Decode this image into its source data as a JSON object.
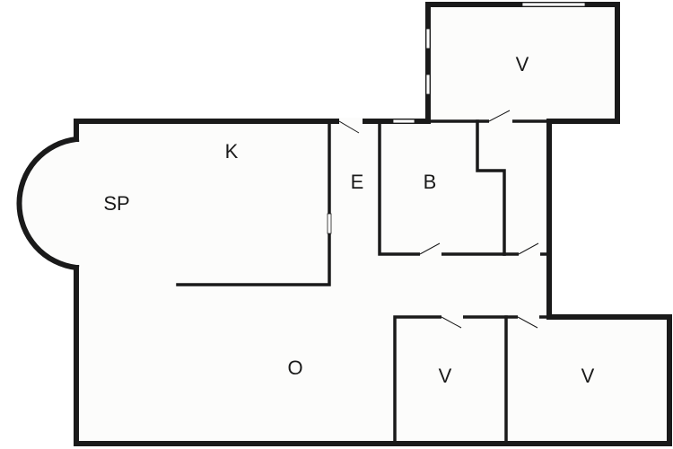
{
  "plan": {
    "colors": {
      "wall": "#1a1a1a",
      "floor": "#fcfcfb",
      "background": "#ffffff"
    },
    "rooms": {
      "k": "K",
      "sp": "SP",
      "e": "E",
      "b": "B",
      "o": "O",
      "v_top": "V",
      "v_bottom_left": "V",
      "v_bottom_right": "V"
    }
  }
}
